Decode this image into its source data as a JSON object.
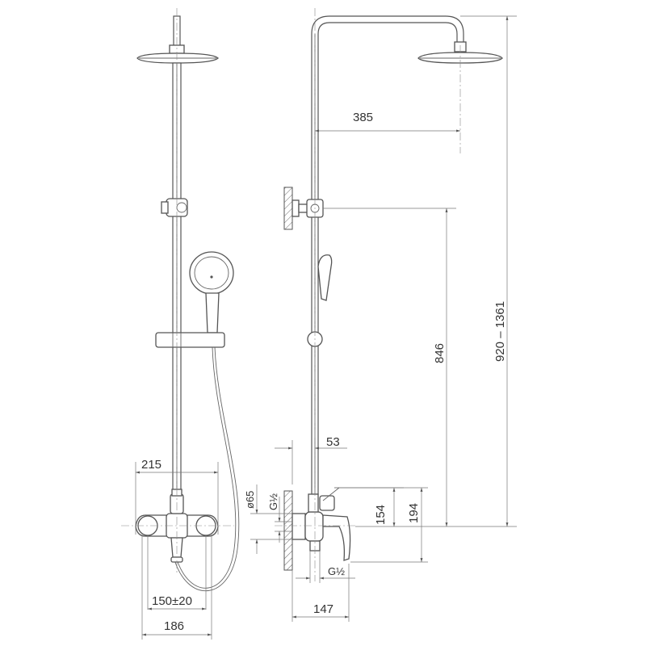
{
  "diagram": {
    "title": "",
    "dimensions": {
      "rain_head_reach": "385",
      "bar_height": "846",
      "total_height": "920 – 1361",
      "wall_offset": "53",
      "outlet_to_bar": "154",
      "outlet_height": "194",
      "mixer_width": "215",
      "inlet_spacing": "150±20",
      "escutcheon_span": "186",
      "depth": "147",
      "escutcheon_diameter": "ø65",
      "thread_top": "G½",
      "thread_bottom": "G½"
    },
    "colors": {
      "line": "#555555",
      "text": "#333333",
      "background": "#ffffff"
    }
  }
}
